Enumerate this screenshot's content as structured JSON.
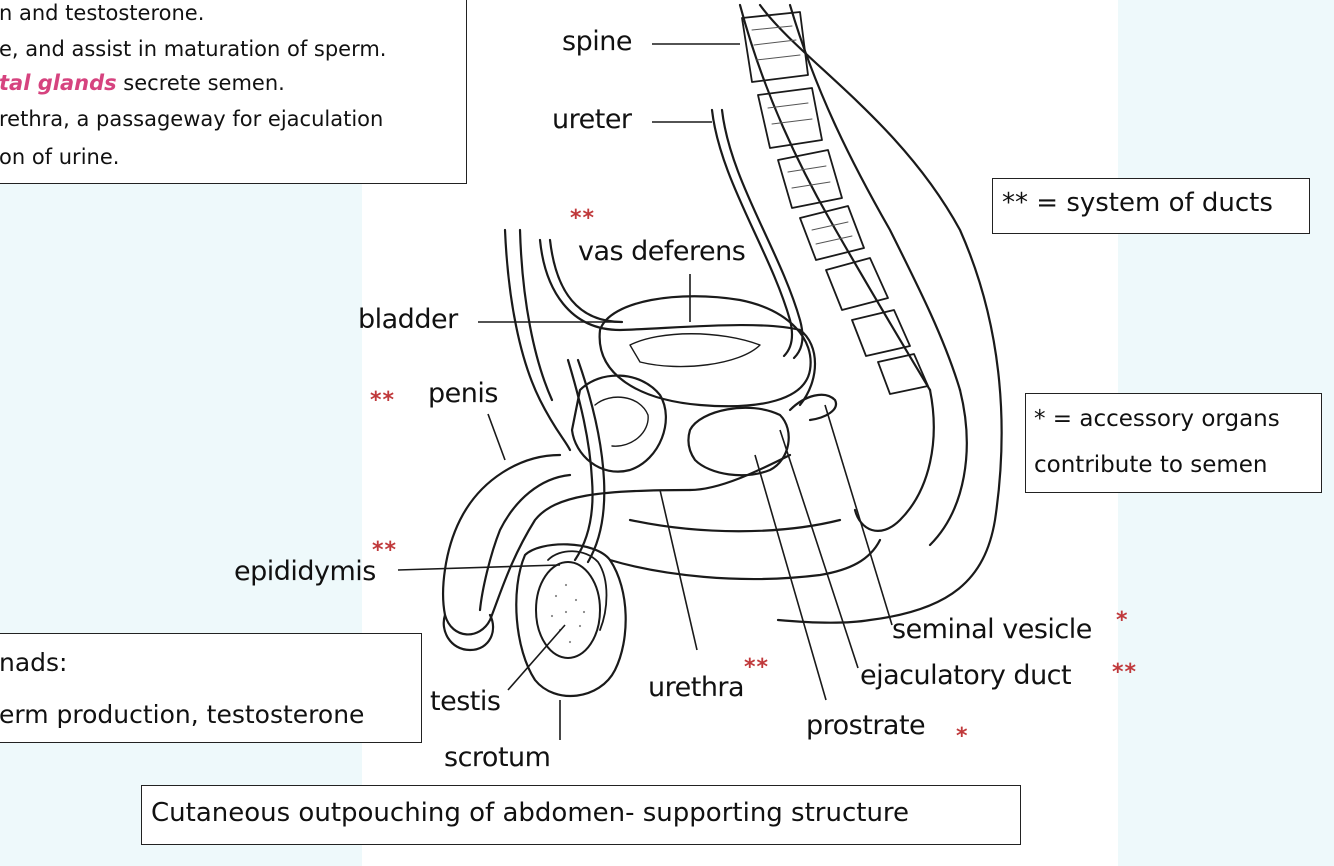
{
  "top_box": {
    "line1": "n and testosterone.",
    "line2": "e, and assist in maturation of sperm.",
    "line3_em": "tal glands",
    "line3_rest": " secrete semen.",
    "line4": "rethra, a passageway for ejaculation",
    "line5": "on of urine."
  },
  "legend": {
    "ducts": "** = system of ducts",
    "accessory_line1": "* = accessory organs",
    "accessory_line2": "contribute to semen"
  },
  "gonads_box": {
    "line1": "nads:",
    "line2": "erm production, testosterone"
  },
  "caption": "Cutaneous outpouching of abdomen- supporting structure",
  "labels": {
    "spine": "spine",
    "ureter": "ureter",
    "vas_deferens": "vas deferens",
    "bladder": "bladder",
    "penis": "penis",
    "epididymis": "epididymis",
    "testis": "testis",
    "scrotum": "scrotum",
    "urethra": "urethra",
    "prostrate": "prostrate",
    "ejaculatory_duct": "ejaculatory duct",
    "seminal_vesicle": "seminal vesicle"
  },
  "markers": {
    "duct": "**",
    "accessory": "*"
  },
  "colors": {
    "marker": "#c0393b",
    "emphasis": "#d6437f",
    "background": "#eef9fb"
  }
}
